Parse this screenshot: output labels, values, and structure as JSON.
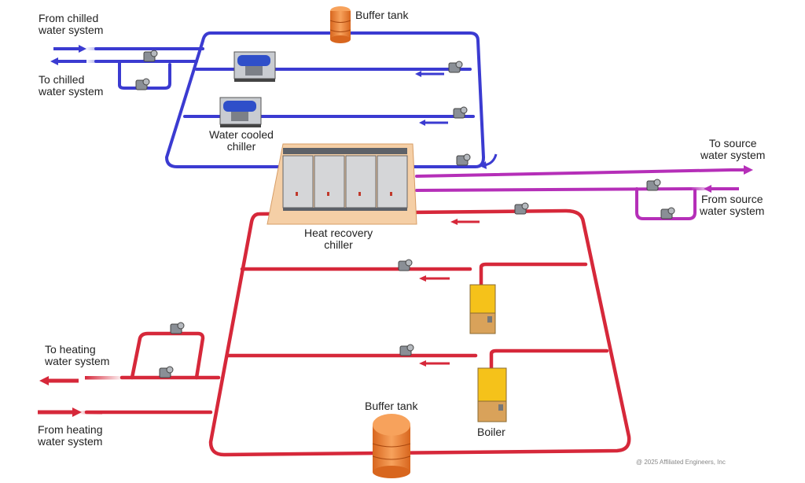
{
  "labels": {
    "from_chilled": "From chilled\nwater system",
    "to_chilled": "To chilled\nwater system",
    "buffer_tank_top": "Buffer tank",
    "water_cooled_chiller": "Water cooled\nchiller",
    "to_source": "To source\nwater system",
    "from_source": "From source\nwater system",
    "heat_recovery_chiller": "Heat recovery\nchiller",
    "to_heating": "To heating\nwater system",
    "from_heating": "From heating\nwater system",
    "buffer_tank_bottom": "Buffer tank",
    "boiler": "Boiler"
  },
  "copyright": "@ 2025 Affiliated Engineers, Inc",
  "colors": {
    "chilled_loop": "#3b3bd1",
    "heating_loop": "#d6283a",
    "source_loop": "#b52fb8",
    "buffer_tank": "#f28a3a",
    "boiler": "#f5c21a",
    "hrc_platform": "#f5cfa6"
  }
}
